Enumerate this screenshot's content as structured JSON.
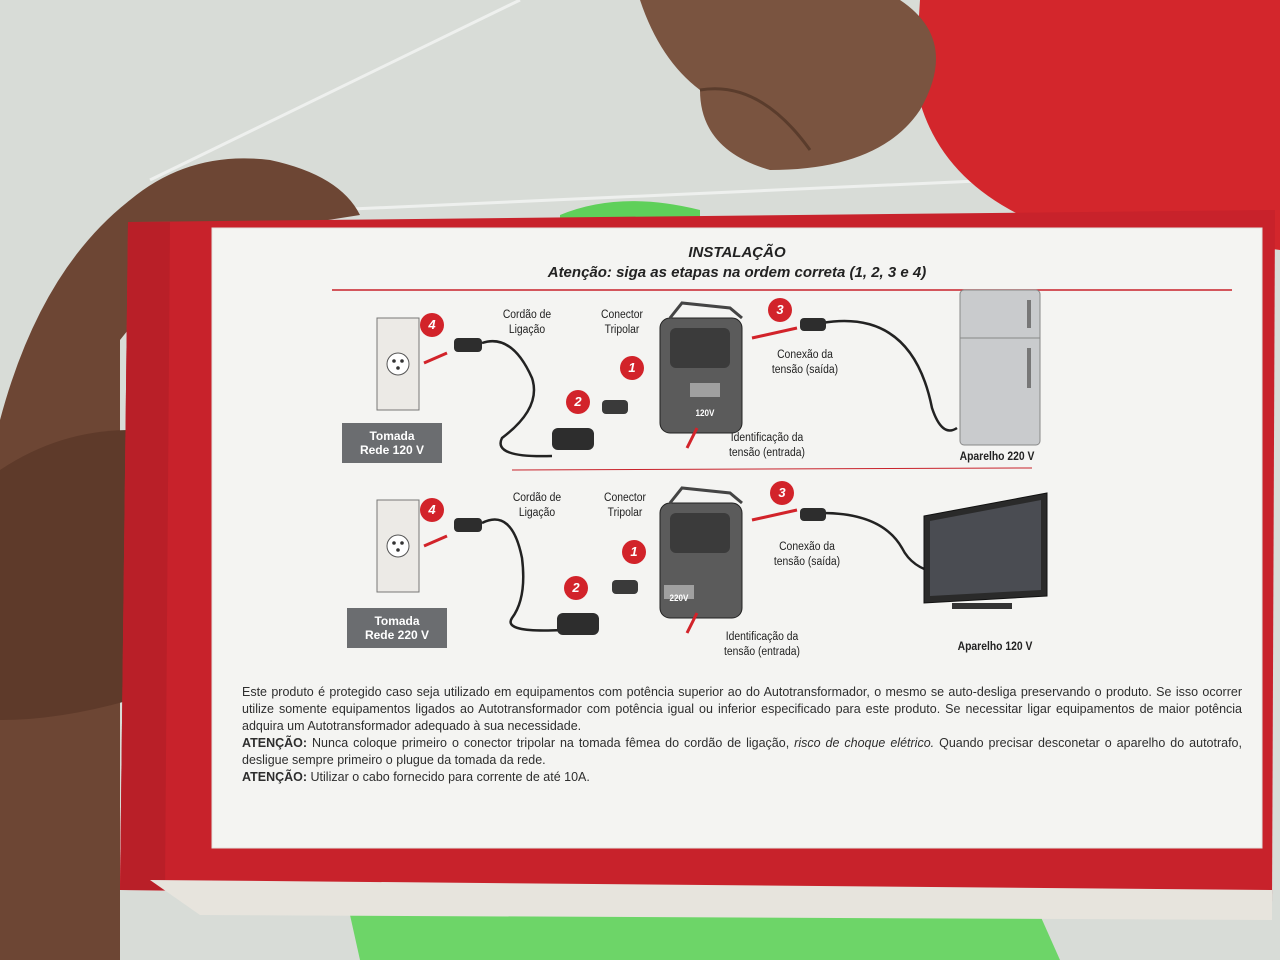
{
  "header": {
    "title": "INSTALAÇÃO",
    "subtitle_bold": "Atenção:",
    "subtitle_rest": "siga as etapas na ordem correta (1, 2, 3 e 4)"
  },
  "diagram_top": {
    "cord_label": "Cordão de\nLigação",
    "connector_label": "Conector\nTripolar",
    "output_label": "Conexão da\ntensão (saída)",
    "input_label": "Identificação da\ntensão (entrada)",
    "outlet_tag": "Tomada\nRede 120 V",
    "appliance_label": "Aparelho 220 V",
    "voltage_badge": "120V",
    "steps": [
      "1",
      "2",
      "3",
      "4"
    ]
  },
  "diagram_bottom": {
    "cord_label": "Cordão de\nLigação",
    "connector_label": "Conector\nTripolar",
    "output_label": "Conexão da\ntensão (saída)",
    "input_label": "Identificação da\ntensão (entrada)",
    "outlet_tag": "Tomada\nRede 220 V",
    "appliance_label": "Aparelho 120 V",
    "voltage_badge": "220V",
    "steps": [
      "1",
      "2",
      "3",
      "4"
    ]
  },
  "text": {
    "paragraph": "Este produto é protegido caso seja utilizado em  equipamentos com potência superior ao do Autotransformador,  o mesmo se auto-desliga preservando o produto.  Se isso ocorrer utilize somente equipamentos ligados ao Autotransformador com potência igual ou inferior especificado para este produto.   Se necessitar ligar equipamentos de maior potência adquira um Autotransformador adequado à sua necessidade.",
    "warning1_label": "ATENÇÃO:",
    "warning1_text": "Nunca coloque primeiro o conector tripolar na tomada fêmea do cordão de ligação,",
    "warning1_italic": "risco de choque elétrico.",
    "warning1_rest": "Quando precisar desconetar o aparelho do autotrafo, desligue sempre primeiro o plugue da tomada da rede.",
    "warning2_label": "ATENÇÃO:",
    "warning2_text": "Utilizar o cabo fornecido para corrente de até 10A."
  },
  "colors": {
    "box_red": "#c8222b",
    "step_red": "#d2232a",
    "tag_gray": "#6b6d70",
    "label_white": "#f4f4f2"
  }
}
